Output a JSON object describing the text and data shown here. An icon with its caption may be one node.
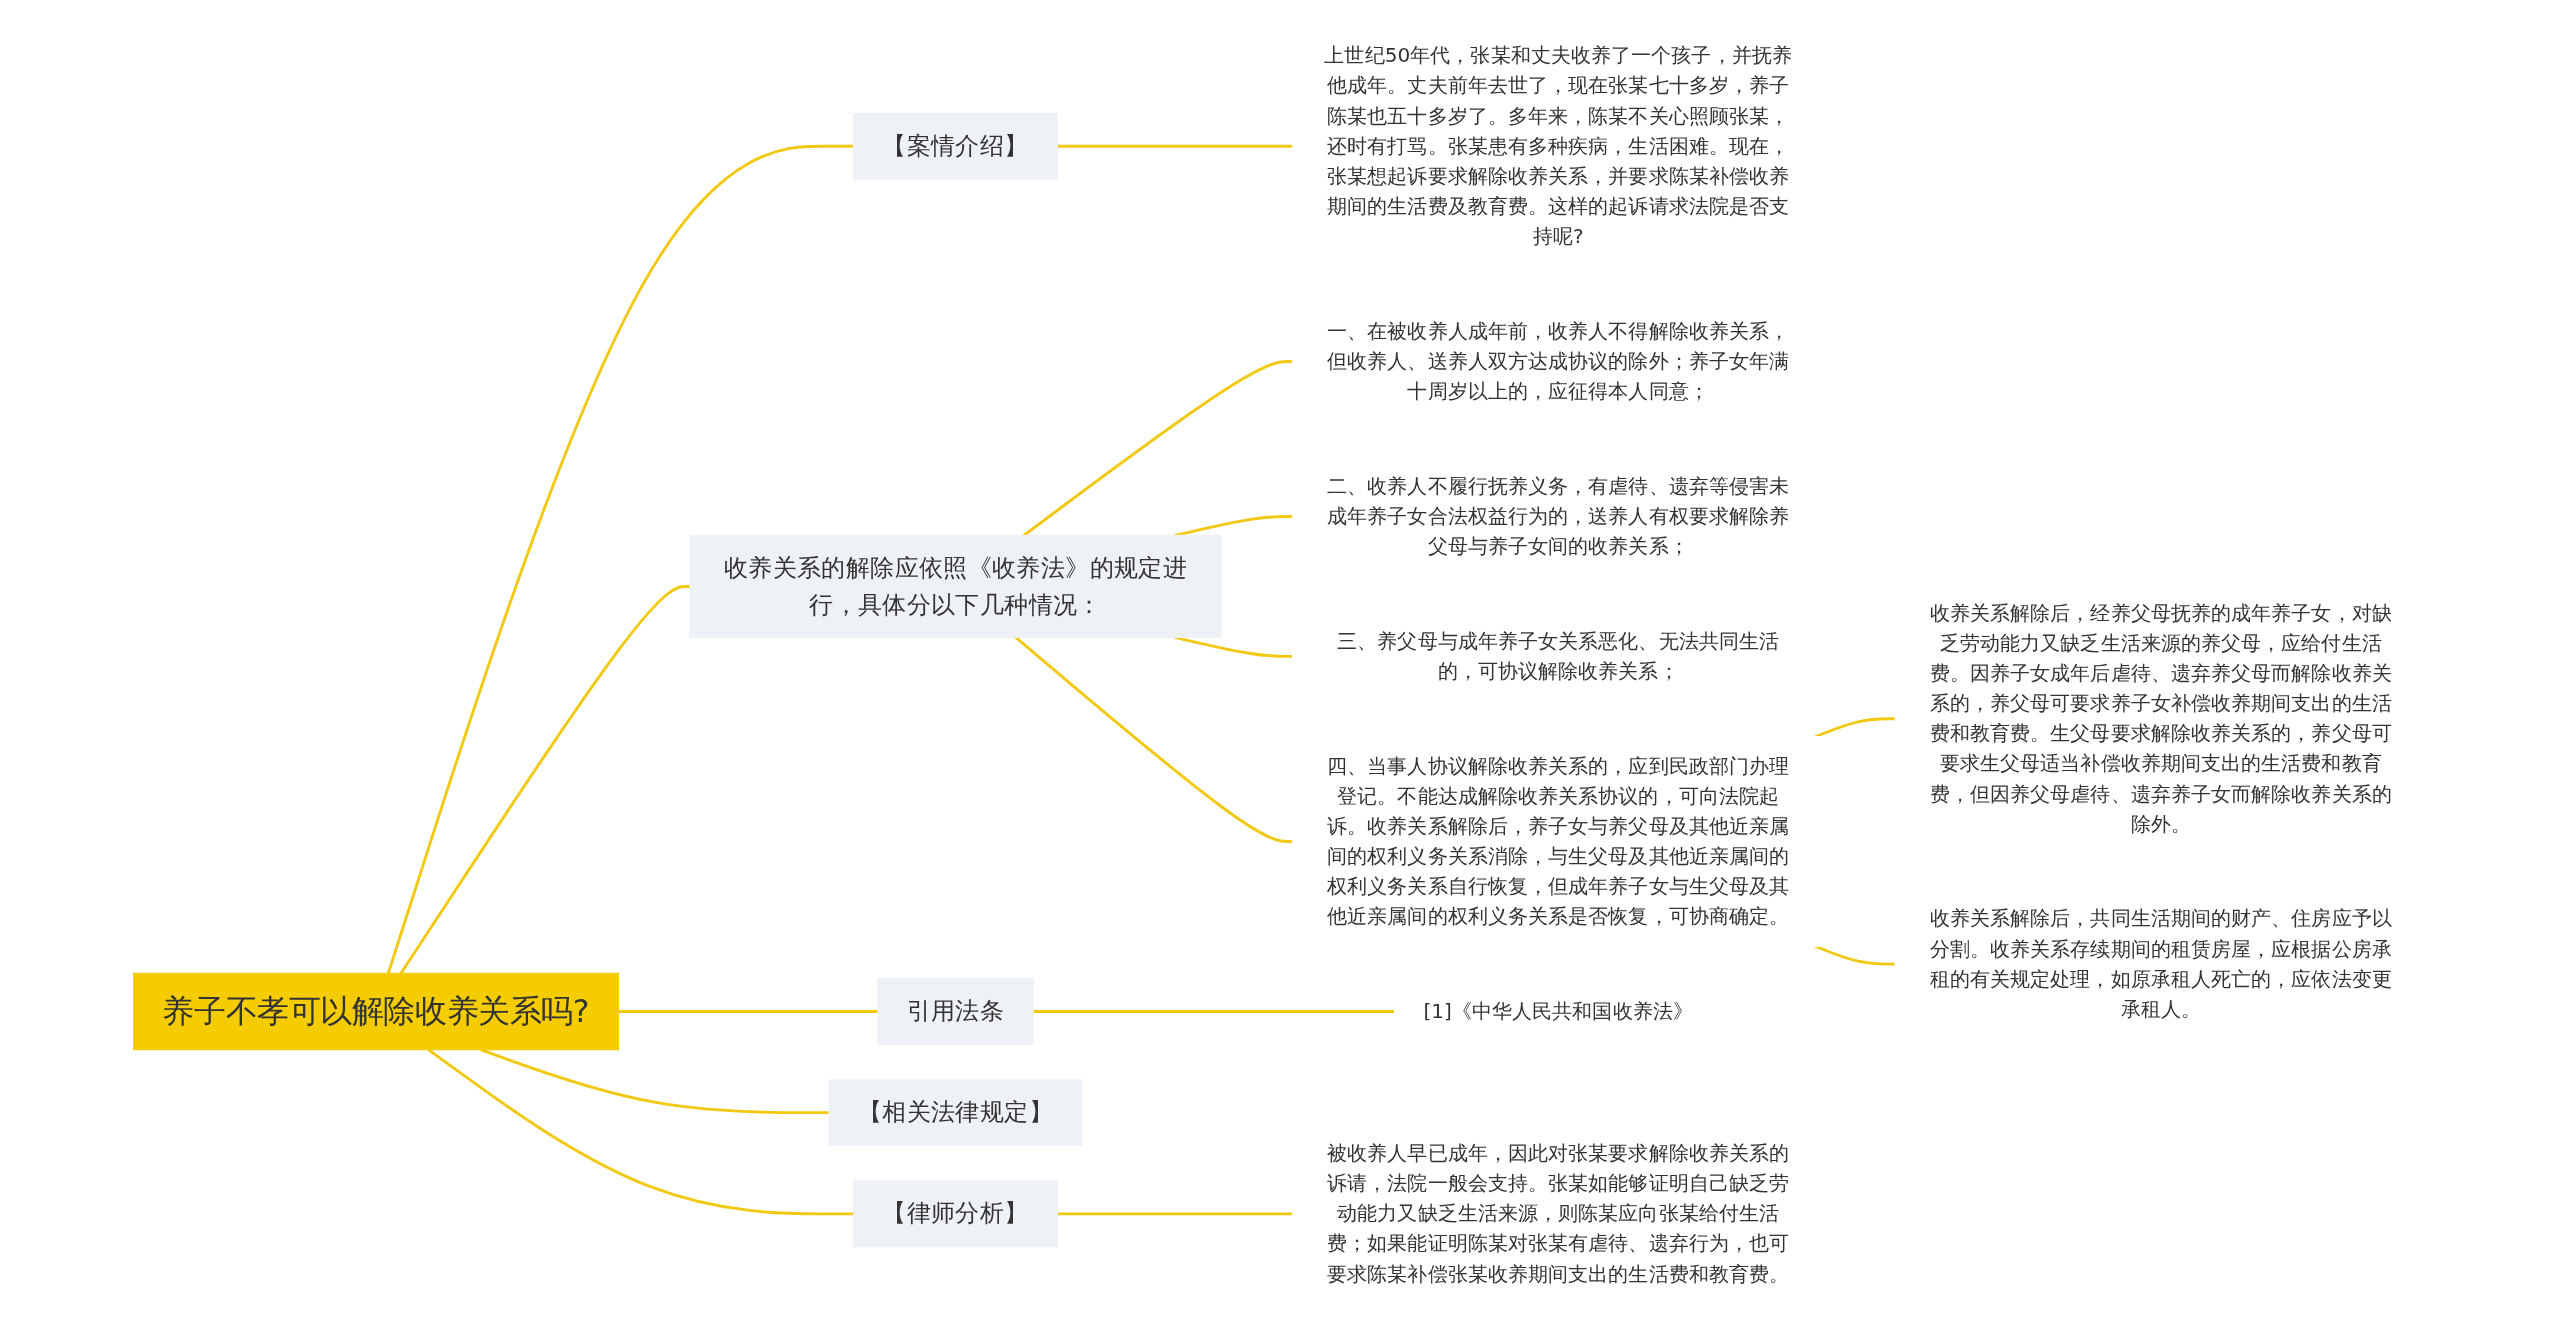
{
  "diagram": {
    "nodes": [
      {
        "text": [
          "养子不孝可以解除收养关系吗?"
        ]
      },
      {
        "text": [
          "【案情介绍】"
        ]
      },
      {
        "text": [
          "上世纪50年代，张某和丈夫收养了一个孩子，并抚养他成年。丈夫前年去世了，现在张某七十多岁，养子陈某也五十多岁了。多年来，陈某不关心照顾张某，还时有打骂。张某患有多种疾病，生活困难。现在，张某想起诉要求解除收养关系，并要求陈某补偿收养期间的生活费及教育费。这样的起诉请求法院是否支持呢?"
        ]
      },
      {
        "text": [
          "收养关系的解除应依照《收养法》的规定进行，具体分以下几种情况："
        ]
      },
      {
        "text": [
          "一、在被收养人成年前，收养人不得解除收养关系，但收养人、送养人双方达成协议的除外；养子女年满十周岁以上的，应征得本人同意；"
        ]
      },
      {
        "text": [
          "二、收养人不履行抚养义务，有虐待、遗弃等侵害未成年养子女合法权益行为的，送养人有权要求解除养父母与养子女间的收养关系；"
        ]
      },
      {
        "text": [
          "三、养父母与成年养子女关系恶化、无法共同生活的，可协议解除收养关系；"
        ]
      },
      {
        "text": [
          "四、当事人协议解除收养关系的，应到民政部门办理登记。不能达成解除收养关系协议的，可向法院起诉。收养关系解除后，养子女与养父母及其他近亲属间的权利义务关系消除，与生父母及其他近亲属间的权利义务关系自行恢复，但成年养子女与生父母及其他近亲属间的权利义务关系是否恢复，可协商确定。"
        ]
      },
      {
        "text": [
          "收养关系解除后，经养父母抚养的成年养子女，对缺乏劳动能力又缺乏生活来源的养父母，应给付生活费。因养子女成年后虐待、遗弃养父母而解除收养关系的，养父母可要求养子女补偿收养期间支出的生活费和教育费。生父母要求解除收养关系的，养父母可要求生父母适当补偿收养期间支出的生活费和教育费，但因养父母虐待、遗弃养子女而解除收养关系的除外。"
        ]
      },
      {
        "text": [
          "收养关系解除后，共同生活期间的财产、住房应予以分割。收养关系存续期间的租赁房屋，应根据公房承租的有关规定处理，如原承租人死亡的，应依法变更承租人。"
        ]
      },
      {
        "text": [
          "引用法条"
        ]
      },
      {
        "text": [
          "[1]《中华人民共和国收养法》"
        ]
      },
      {
        "text": [
          "【相关法律规定】"
        ]
      },
      {
        "text": [
          "【律师分析】"
        ]
      },
      {
        "text": [
          "被收养人早已成年，因此对张某要求解除收养关系的诉请，法院一般会支持。张某如能够证明自己缺乏劳动能力又缺乏生活来源，则陈某应向张某给付生活费；如果能证明陈某对张某有虐待、遗弃行为，也可要求陈某补偿张某收养期间支出的生活费和教育费。"
        ]
      }
    ],
    "edges": [
      {
        "from": 0,
        "to": 1,
        "arrow": "none"
      },
      {
        "from": 1,
        "to": 2,
        "arrow": "none"
      },
      {
        "from": 0,
        "to": 3,
        "arrow": "none"
      },
      {
        "from": 3,
        "to": 4,
        "arrow": "none"
      },
      {
        "from": 3,
        "to": 5,
        "arrow": "none"
      },
      {
        "from": 3,
        "to": 6,
        "arrow": "none"
      },
      {
        "from": 3,
        "to": 7,
        "arrow": "none"
      },
      {
        "from": 7,
        "to": 8,
        "arrow": "none"
      },
      {
        "from": 7,
        "to": 9,
        "arrow": "none"
      },
      {
        "from": 0,
        "to": 10,
        "arrow": "none"
      },
      {
        "from": 10,
        "to": 11,
        "arrow": "none"
      },
      {
        "from": 0,
        "to": 12,
        "arrow": "none"
      },
      {
        "from": 0,
        "to": 13,
        "arrow": "none"
      },
      {
        "from": 13,
        "to": 14,
        "arrow": "none"
      }
    ]
  }
}
